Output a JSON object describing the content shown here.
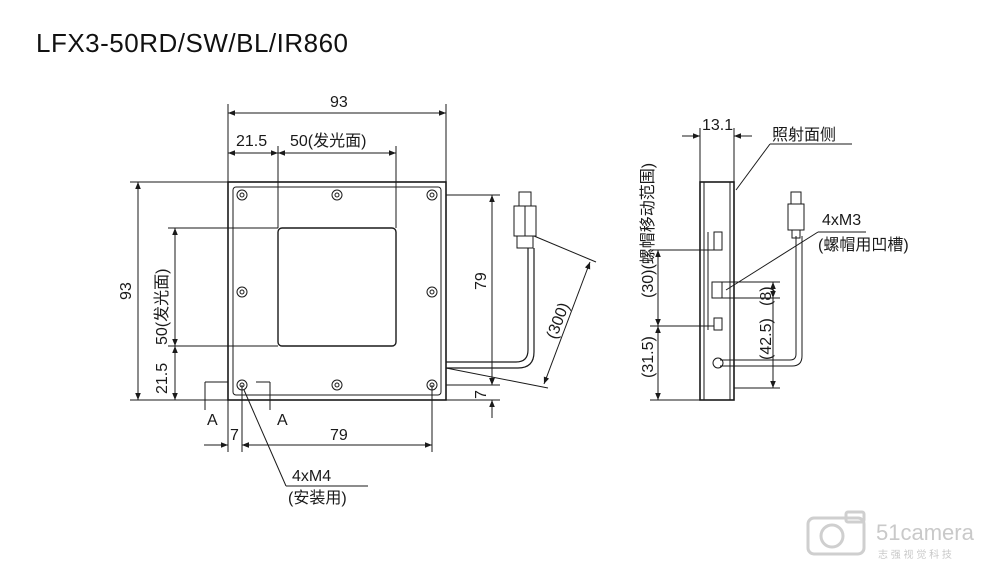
{
  "title": "LFX3-50RD/SW/BL/IR860",
  "front_view": {
    "width_total": "93",
    "offset_left": "21.5",
    "emit_width": "50(发光面)",
    "height_total": "93",
    "emit_height": "50(发光面)",
    "offset_bottom": "21.5",
    "hole_pitch_v": "79",
    "hole_offset_v": "7",
    "cable_length": "(300)",
    "hole_offset_h": "7",
    "hole_pitch_h": "79",
    "section_a_left": "A",
    "section_a_right": "A",
    "mount_holes": "4xM4",
    "mount_holes_note": "(安装用)"
  },
  "side_view": {
    "thickness": "13.1",
    "emit_side": "照射面侧",
    "nut_slots": "4xM3",
    "nut_slots_note": "(螺帽用凹槽)",
    "range_label": "(30)(螺帽移动范围)",
    "dim_8": "(8)",
    "dim_42_5": "(42.5)",
    "dim_31_5": "(31.5)"
  },
  "watermark": {
    "logo": "51camera",
    "tagline": "志 强 视 觉 科 技"
  }
}
